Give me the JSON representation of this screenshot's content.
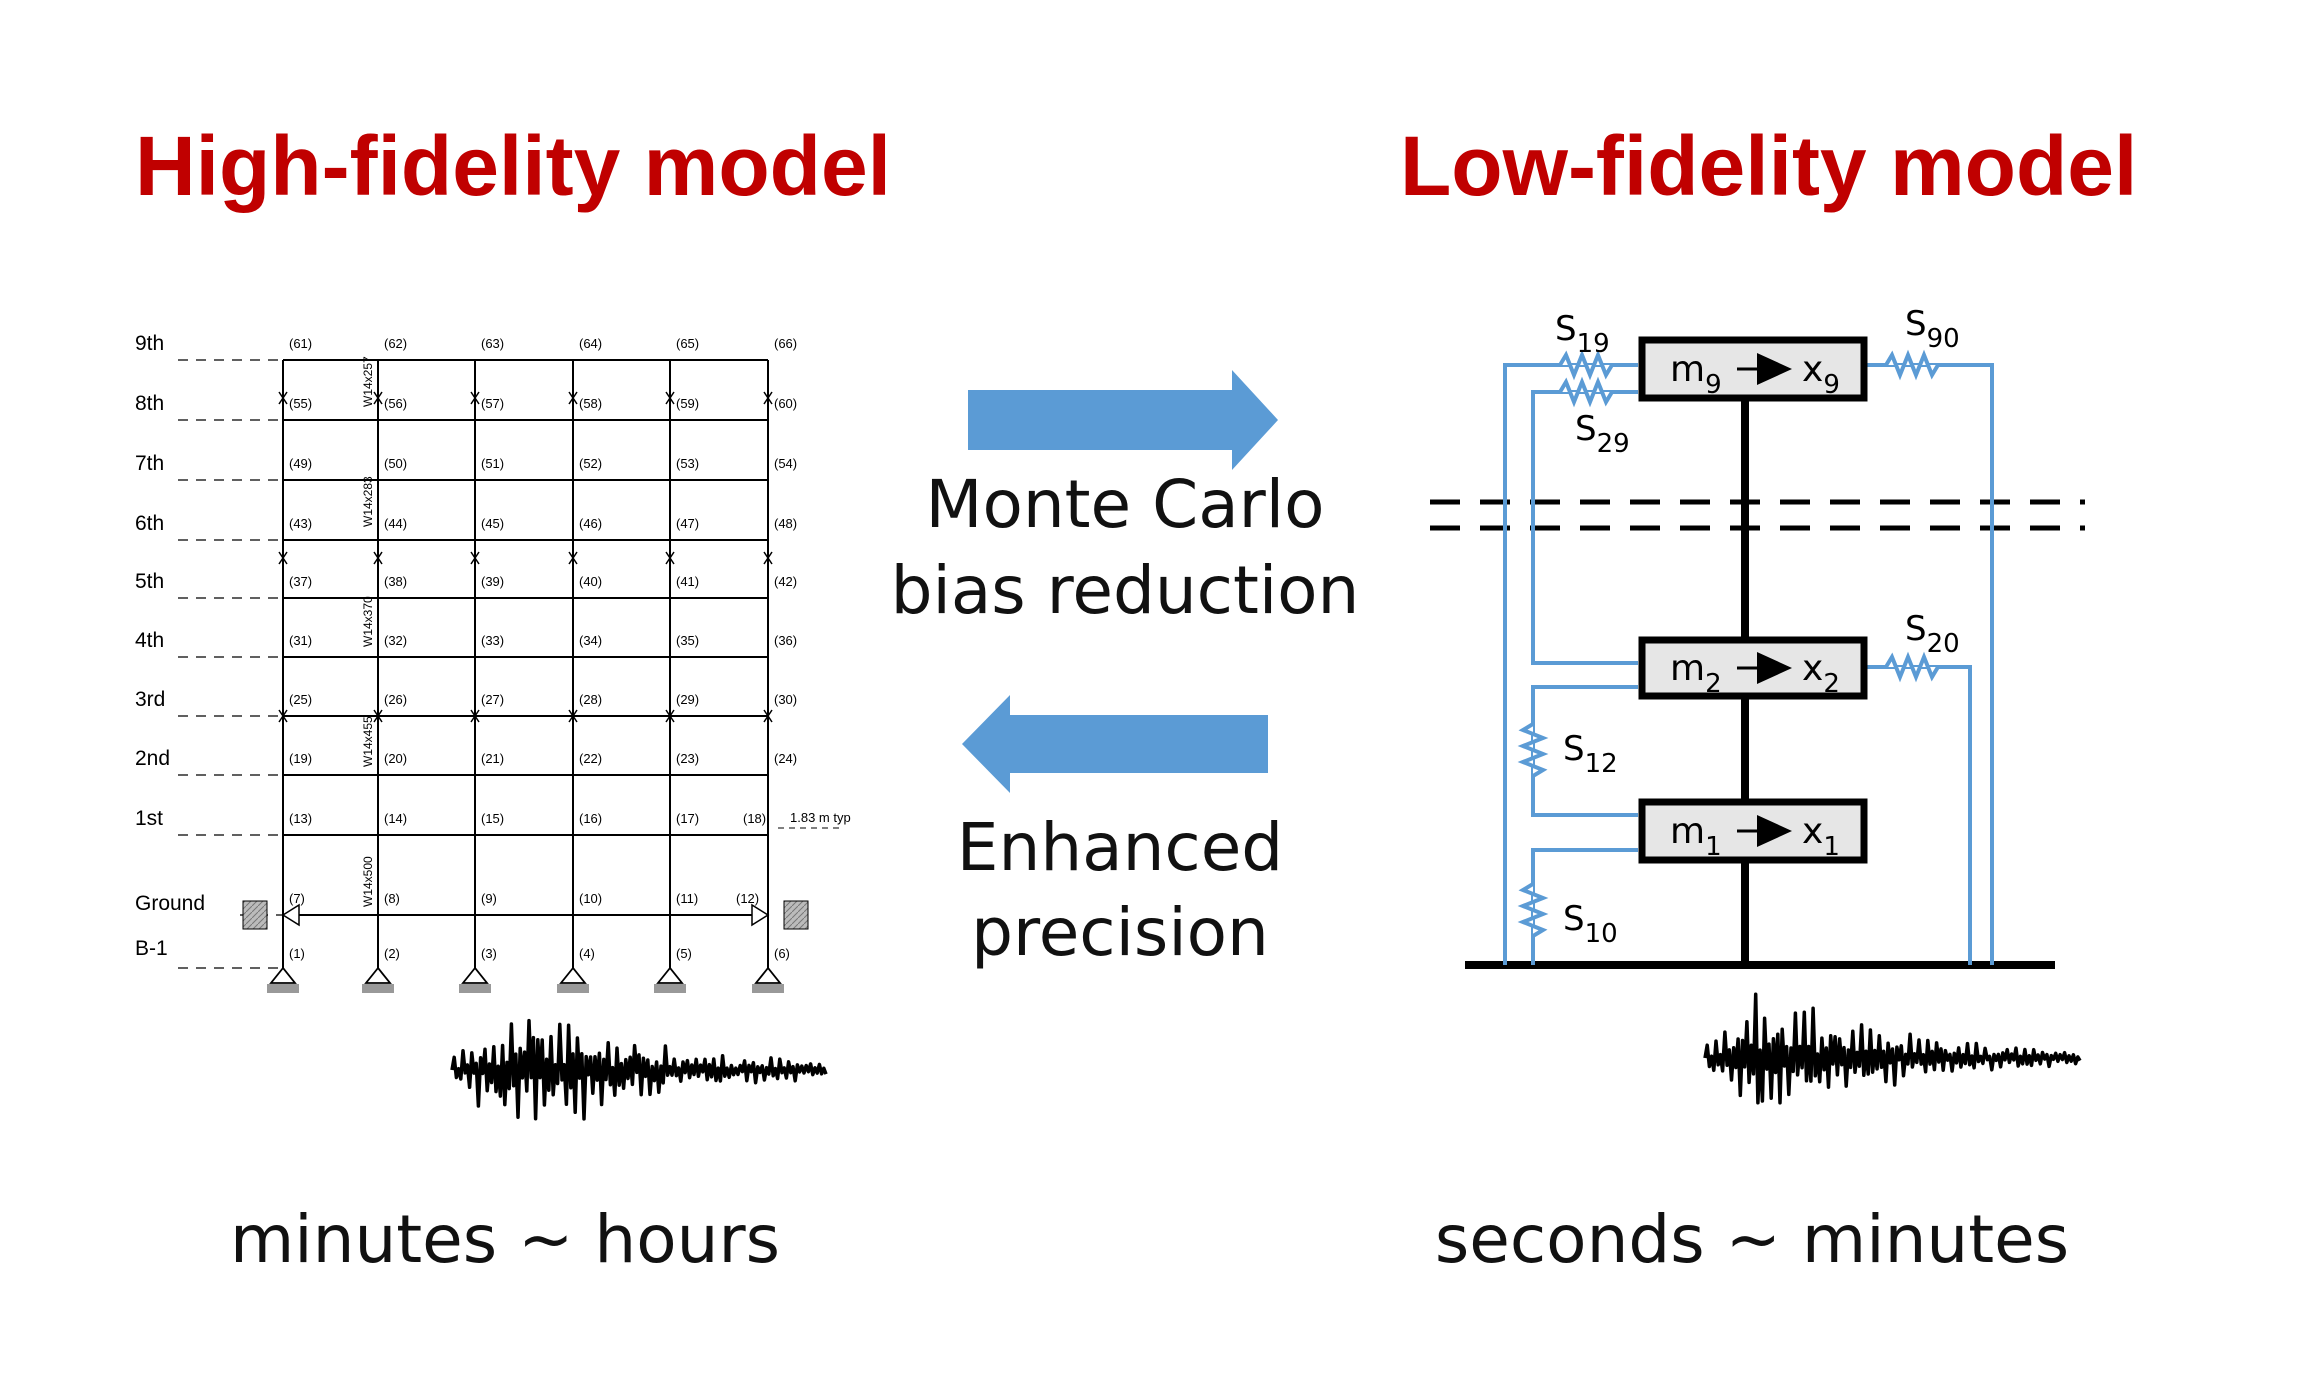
{
  "titles": {
    "high_fidelity": "High-fidelity model",
    "low_fidelity": "Low-fidelity model"
  },
  "arrows": {
    "forward_label_line1": "Monte Carlo",
    "forward_label_line2": "bias reduction",
    "backward_label_line1": "Enhanced",
    "backward_label_line2": "precision",
    "color": "#5b9bd5"
  },
  "captions": {
    "high_fidelity_time": "minutes ~ hours",
    "low_fidelity_time": "seconds ~ minutes"
  },
  "frame": {
    "floor_labels": [
      "9th",
      "8th",
      "7th",
      "6th",
      "5th",
      "4th",
      "3rd",
      "2nd",
      "1st",
      "Ground",
      "B-1"
    ],
    "node_labels": [
      [
        "(61)",
        "(62)",
        "(63)",
        "(64)",
        "(65)",
        "(66)"
      ],
      [
        "(55)",
        "(56)",
        "(57)",
        "(58)",
        "(59)",
        "(60)"
      ],
      [
        "(49)",
        "(50)",
        "(51)",
        "(52)",
        "(53)",
        "(54)"
      ],
      [
        "(43)",
        "(44)",
        "(45)",
        "(46)",
        "(47)",
        "(48)"
      ],
      [
        "(37)",
        "(38)",
        "(39)",
        "(40)",
        "(41)",
        "(42)"
      ],
      [
        "(31)",
        "(32)",
        "(33)",
        "(34)",
        "(35)",
        "(36)"
      ],
      [
        "(25)",
        "(26)",
        "(27)",
        "(28)",
        "(29)",
        "(30)"
      ],
      [
        "(19)",
        "(20)",
        "(21)",
        "(22)",
        "(23)",
        "(24)"
      ],
      [
        "(13)",
        "(14)",
        "(15)",
        "(16)",
        "(17)",
        "(18)"
      ],
      [
        "(7)",
        "(8)",
        "(9)",
        "(10)",
        "(11)",
        "(12)"
      ],
      [
        "(1)",
        "(2)",
        "(3)",
        "(4)",
        "(5)",
        "(6)"
      ]
    ],
    "section_labels": [
      "W14x257",
      "W14x283",
      "W14x370",
      "W14x455",
      "W14x500"
    ],
    "typical_height": "1.83 m typ"
  },
  "lumped_model": {
    "masses": [
      {
        "mass": "m",
        "mass_sub": "9",
        "disp": "x",
        "disp_sub": "9"
      },
      {
        "mass": "m",
        "mass_sub": "2",
        "disp": "x",
        "disp_sub": "2"
      },
      {
        "mass": "m",
        "mass_sub": "1",
        "disp": "x",
        "disp_sub": "1"
      }
    ],
    "springs": [
      {
        "name": "S",
        "sub": "19"
      },
      {
        "name": "S",
        "sub": "29"
      },
      {
        "name": "S",
        "sub": "90"
      },
      {
        "name": "S",
        "sub": "20"
      },
      {
        "name": "S",
        "sub": "12"
      },
      {
        "name": "S",
        "sub": "10"
      }
    ],
    "spring_color": "#5b9bd5"
  }
}
